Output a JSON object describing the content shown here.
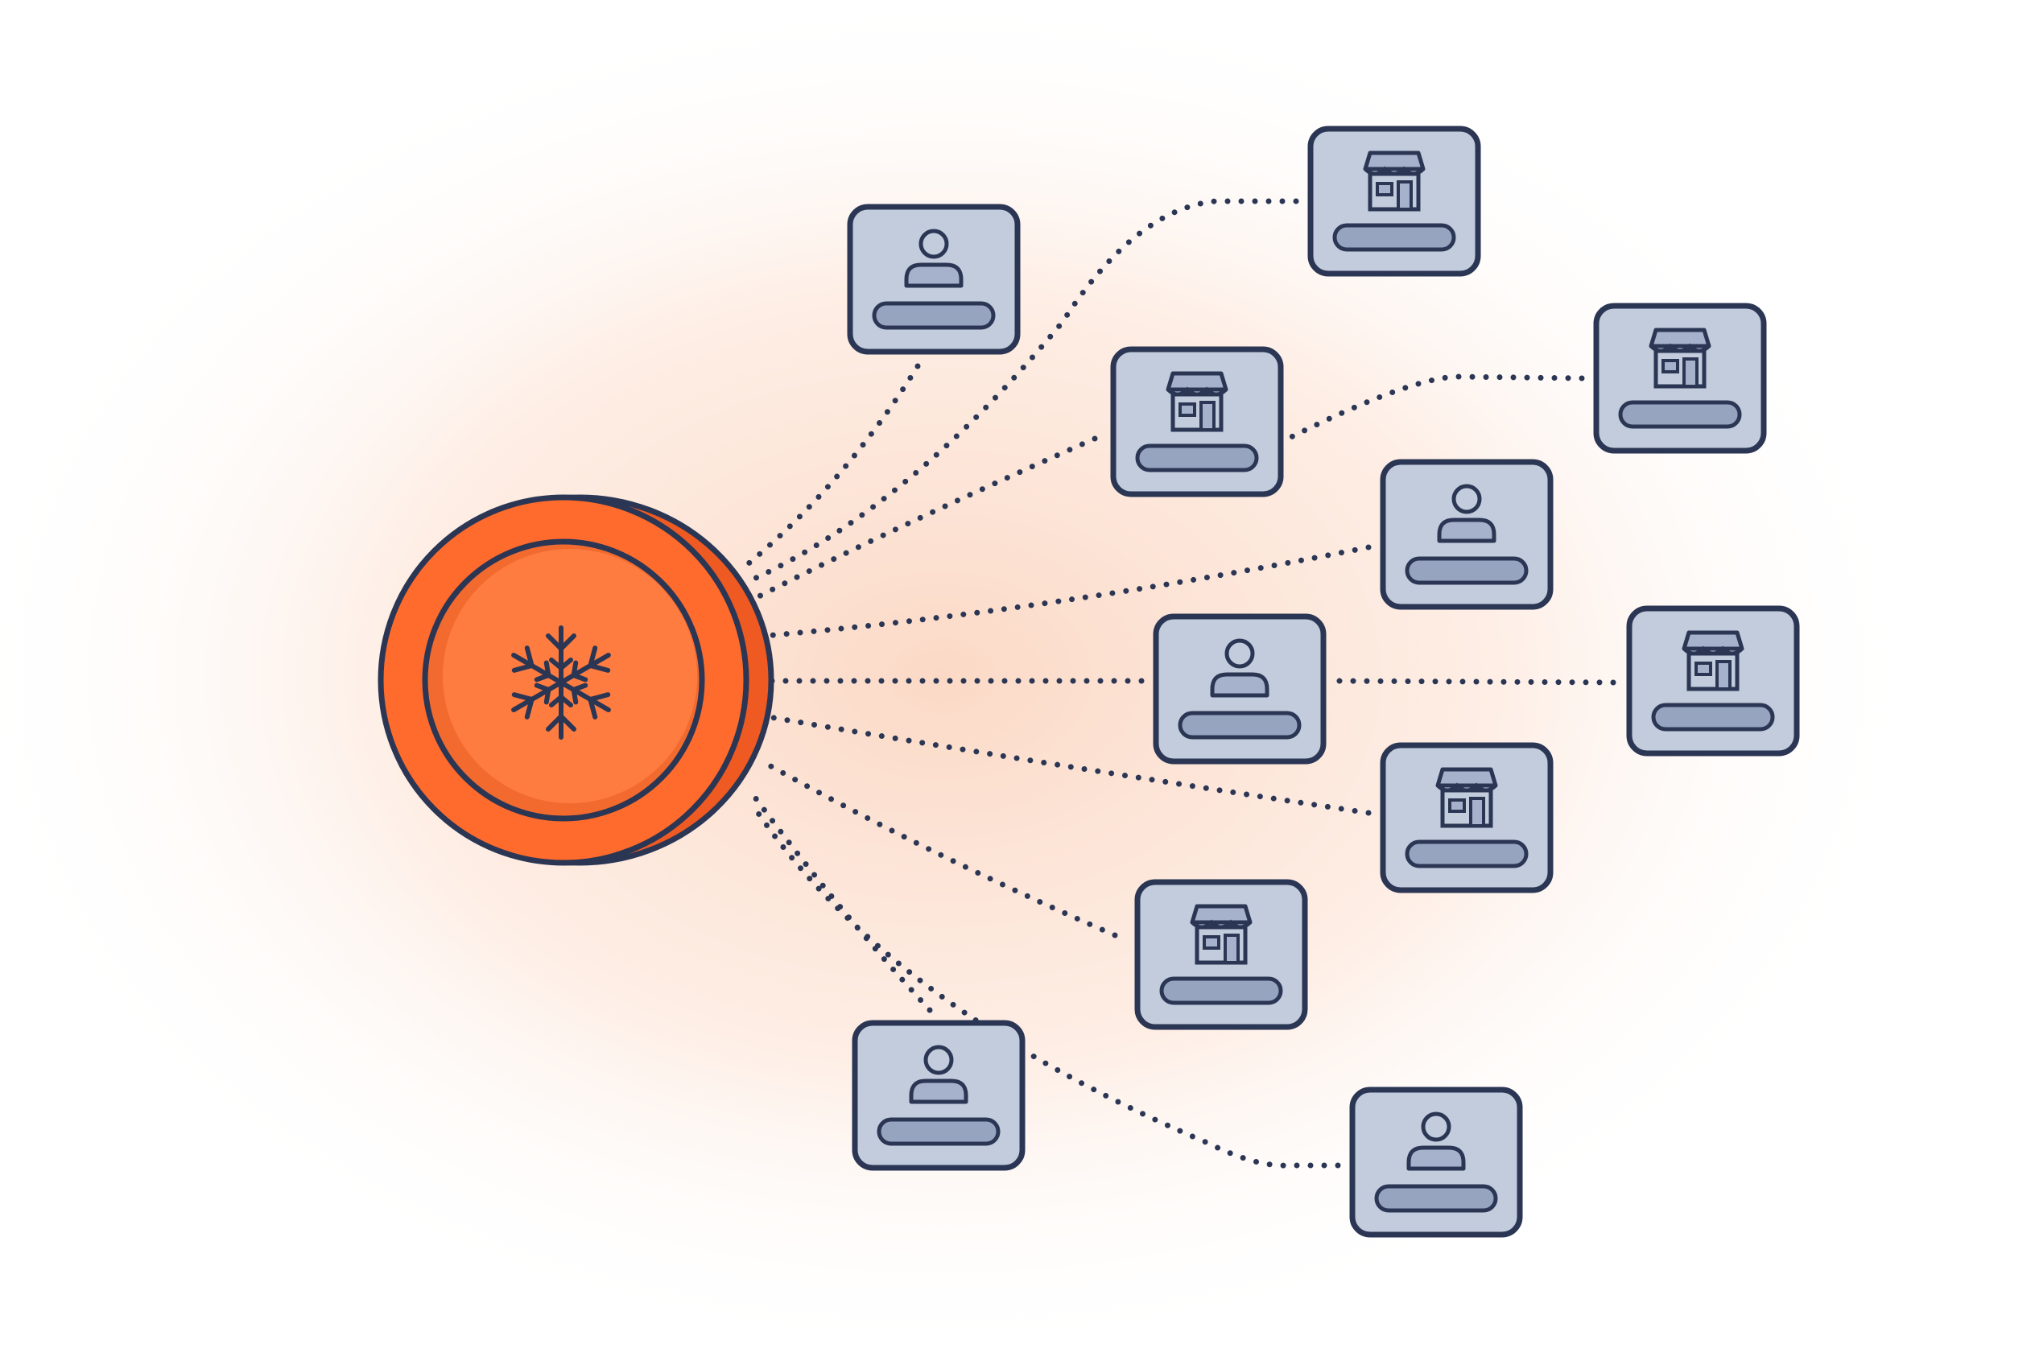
{
  "diagram": {
    "hub": {
      "kind": "coin",
      "icon": "snowflake-icon",
      "fill": "#FF6B2C",
      "stroke": "#2B3654"
    },
    "card_fill": "#C3CCDC",
    "card_stroke": "#2B3654",
    "card_bar_fill": "#97A4BF",
    "connector_style": "dotted",
    "nodes": [
      {
        "id": "person-1",
        "kind": "person",
        "icon": "person-icon"
      },
      {
        "id": "store-1",
        "kind": "store",
        "icon": "store-icon"
      },
      {
        "id": "store-2",
        "kind": "store",
        "icon": "store-icon"
      },
      {
        "id": "store-3",
        "kind": "store",
        "icon": "store-icon"
      },
      {
        "id": "person-2",
        "kind": "person",
        "icon": "person-icon"
      },
      {
        "id": "person-3",
        "kind": "person",
        "icon": "person-icon"
      },
      {
        "id": "store-4",
        "kind": "store",
        "icon": "store-icon"
      },
      {
        "id": "store-5",
        "kind": "store",
        "icon": "store-icon"
      },
      {
        "id": "store-6",
        "kind": "store",
        "icon": "store-icon"
      },
      {
        "id": "person-4",
        "kind": "person",
        "icon": "person-icon"
      },
      {
        "id": "person-5",
        "kind": "person",
        "icon": "person-icon"
      }
    ]
  }
}
